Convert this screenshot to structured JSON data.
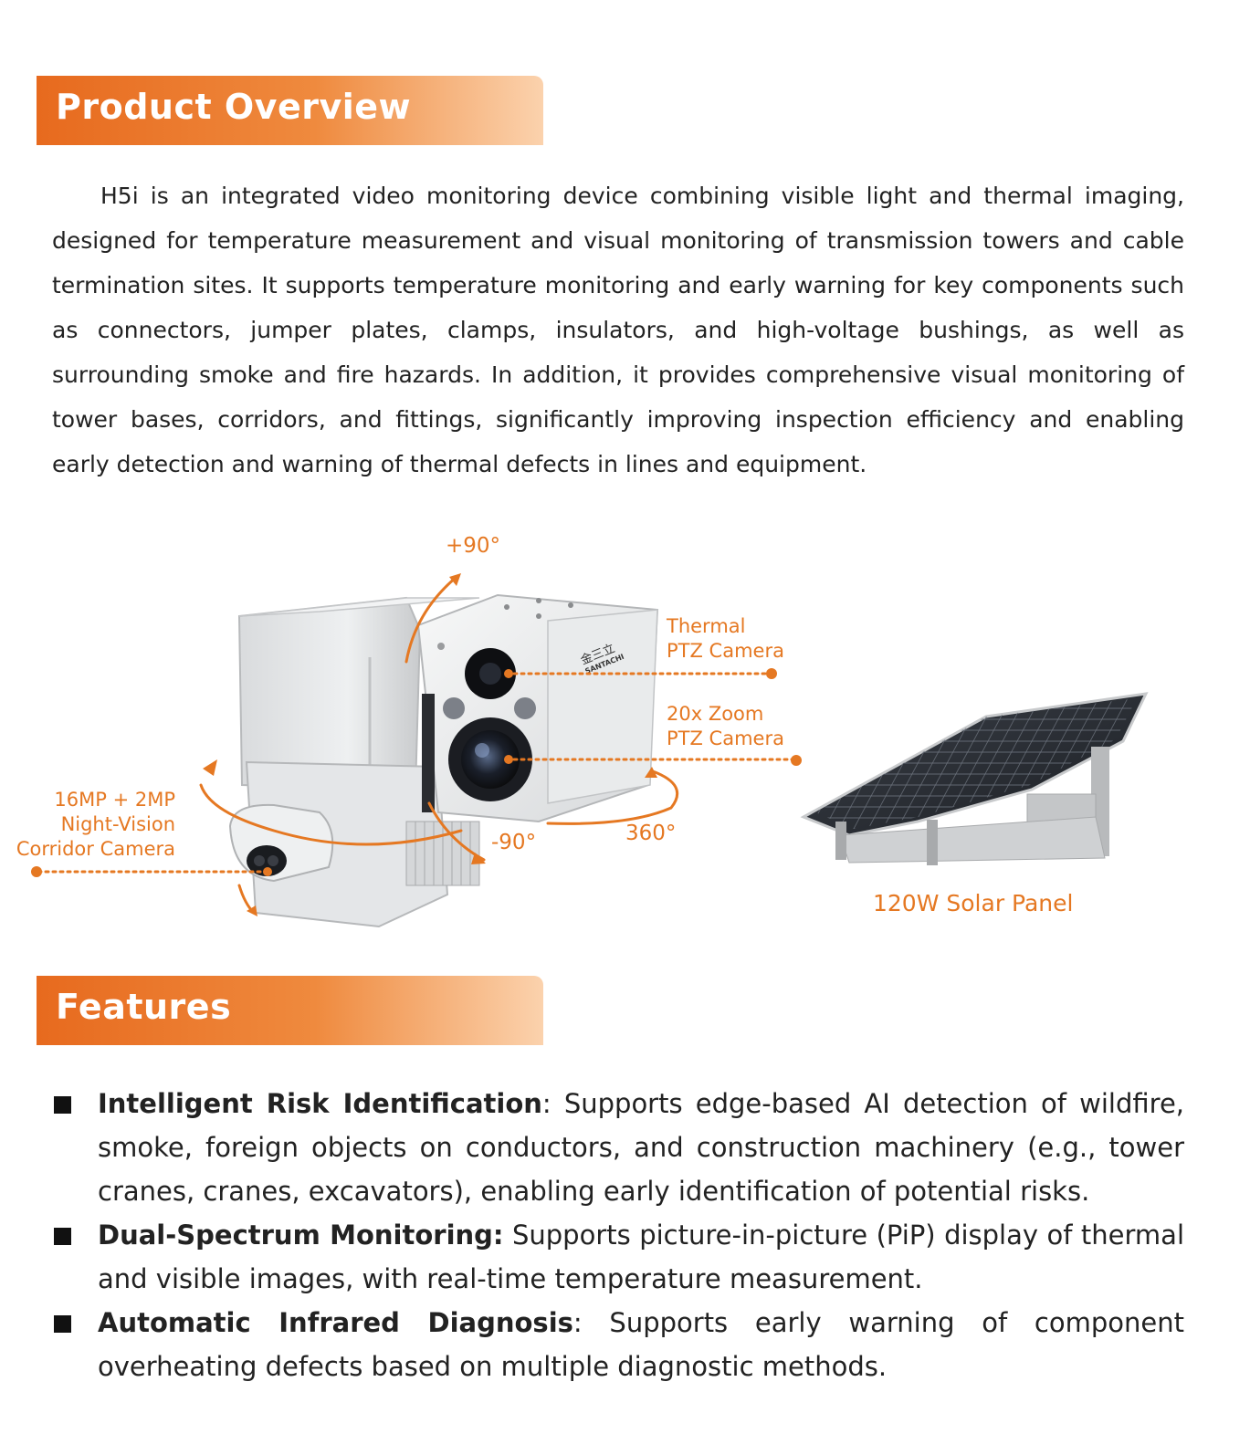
{
  "overview": {
    "heading": "Product Overview",
    "paragraph": "H5i is an integrated video monitoring device combining visible light and thermal imaging, designed for temperature measurement and visual monitoring of transmission towers and cable termination sites. It supports temperature monitoring and early warning for key components such as connectors, jumper plates, clamps, insulators, and high-voltage bushings, as well as surrounding smoke and fire hazards. In addition, it provides comprehensive visual monitoring of tower bases, corridors, and fittings, significantly improving inspection efficiency and enabling early detection and warning of thermal defects in lines and equipment."
  },
  "diagram": {
    "tilt_up": "+90°",
    "tilt_down": "-90°",
    "pan": "360°",
    "thermal_line1": "Thermal",
    "thermal_line2": "PTZ Camera",
    "zoom_line1": "20x Zoom",
    "zoom_line2": "PTZ Camera",
    "corridor_line1": "16MP + 2MP",
    "corridor_line2": "Night-Vision",
    "corridor_line3": "Corridor Camera",
    "solar_label": "120W Solar Panel",
    "logo_cn": "金三立",
    "logo_en": "SANTACHI",
    "accent_color": "#e57822"
  },
  "features": {
    "heading": "Features",
    "items": [
      {
        "title": "Intelligent Risk Identification",
        "sep": ":",
        "text": " Supports edge-based AI detection of wildfire, smoke, foreign objects on conductors, and construction machinery (e.g., tower cranes, cranes, excavators), enabling early identification of potential risks."
      },
      {
        "title": "Dual-Spectrum Monitoring:",
        "sep": "",
        "text": " Supports picture-in-picture (PiP) display of thermal and visible images, with real-time temperature measurement."
      },
      {
        "title": "Automatic Infrared Diagnosis",
        "sep": ":",
        "text": " Supports early warning of component overheating defects based on multiple diagnostic methods."
      }
    ]
  }
}
